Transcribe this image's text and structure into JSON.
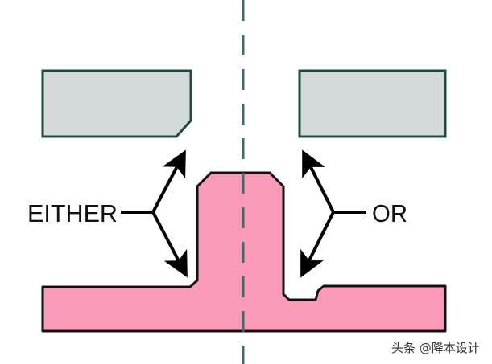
{
  "labels": {
    "left": "EITHER",
    "right": "OR"
  },
  "watermark": "头条 @降本设计",
  "colors": {
    "block_fill": "#d3d9d9",
    "block_stroke": "#1f4a44",
    "part_fill": "#f99ab8",
    "part_stroke": "#111111",
    "centerline": "#3e6b66",
    "arrow": "#000000"
  }
}
